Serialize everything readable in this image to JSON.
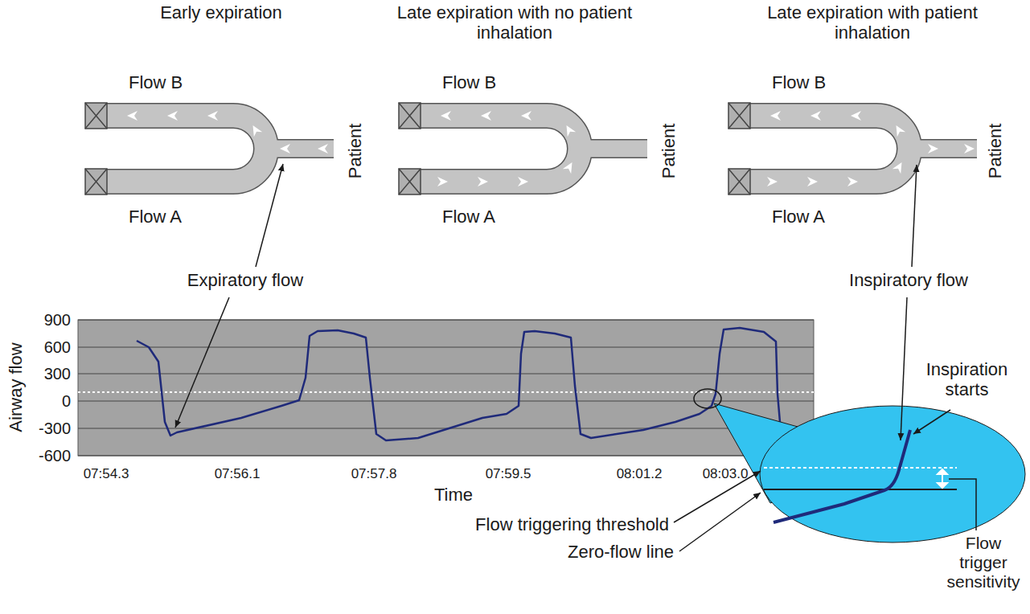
{
  "diagram": {
    "labels": [
      "Early expiration",
      "Late expiration with no patient inhalation",
      "Late expiration with patient inhalation",
      "Flow B",
      "Flow A",
      "Patient",
      "Flow B",
      "Flow A",
      "Patient",
      "Flow B",
      "Flow A",
      "Patient",
      "Expiratory flow",
      "Inspiratory flow",
      "Airway flow",
      "900",
      "600",
      "300",
      "0",
      "-300",
      "-600",
      "07:54.3",
      "07:56.1",
      "07:57.8",
      "07:59.5",
      "08:01.2",
      "08:03.0",
      "Time",
      "Inspiration starts",
      "Flow triggering threshold",
      "Zero-flow line",
      "Flow trigger sensitivity"
    ]
  }
}
